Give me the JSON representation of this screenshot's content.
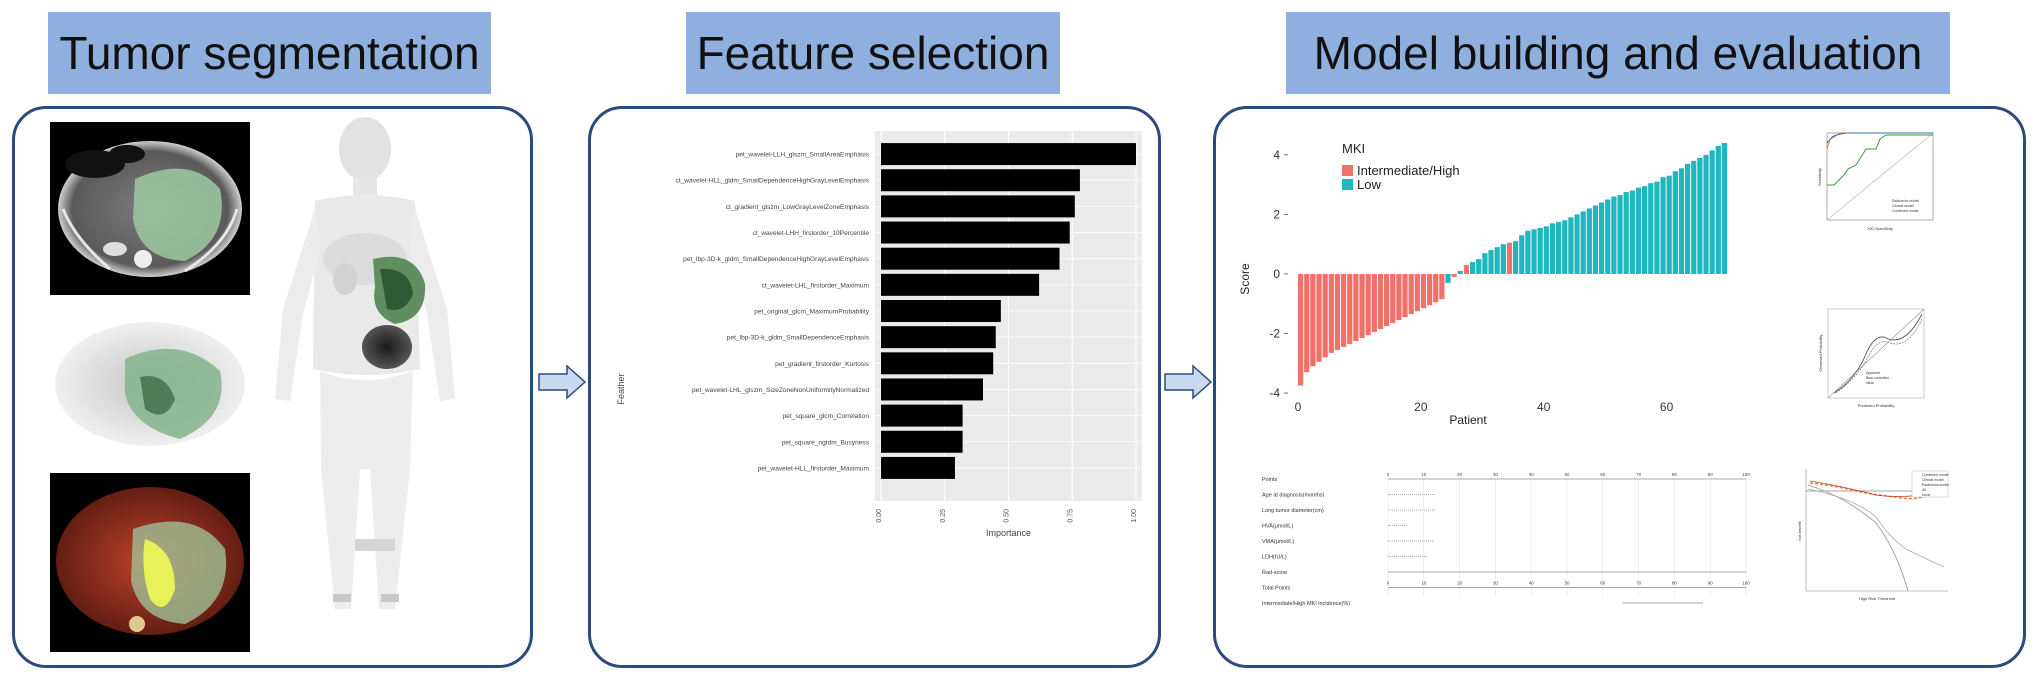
{
  "headers": {
    "segmentation": "Tumor segmentation",
    "selection": "Feature selection",
    "model": "Model building and evaluation"
  },
  "colors": {
    "header_bg": "#8fb0df",
    "panel_border": "#2a4b7c",
    "arrow_fill": "#c9d9f1",
    "high": "#f0706a",
    "low": "#1fb7bd"
  },
  "panel1": {
    "images": [
      "ct-axial-slice",
      "pet-axial-slice",
      "pet-ct-fusion-slice",
      "whole-body-pet-mip"
    ]
  },
  "feature_chart": {
    "ylabel": "Feather",
    "xlabel": "Importance",
    "ticks": [
      "0.00",
      "0.25",
      "0.50",
      "0.75",
      "1.00"
    ]
  },
  "waterfall": {
    "legend_title": "MKI",
    "legend_items": [
      "Intermediate/High",
      "Low"
    ],
    "ylabel": "Score",
    "xlabel": "Patient",
    "yticks": [
      "4",
      "2",
      "0",
      "-2",
      "-4"
    ],
    "xticks": [
      "0",
      "20",
      "40",
      "60"
    ]
  },
  "nomogram": {
    "rows": [
      "Points",
      "Age at diagnosis(months)",
      "Long tumor diameter(cm)",
      "HVA(μmol/L)",
      "VMA(μmol/L)",
      "LDH(IU/L)",
      "Rad-score",
      "Total Points",
      "Intermediate/High MKI incidence(%)"
    ],
    "scale": [
      "0",
      "10",
      "20",
      "30",
      "40",
      "50",
      "60",
      "70",
      "80",
      "90",
      "100"
    ]
  },
  "roc": {
    "ylabel": "Sensitivity",
    "xlabel": "100-Specificity",
    "legend": [
      "Radiomics model",
      "Clinical model",
      "Combined model"
    ]
  },
  "calibration": {
    "ylabel": "Observed Probability",
    "xlabel": "Predicted Probability",
    "legend": [
      "Apparent",
      "Bias-corrected",
      "Ideal"
    ]
  },
  "dca": {
    "ylabel": "Net benefit",
    "xlabel": "High Risk Threshold",
    "legend": [
      "Combined model",
      "Clinical model",
      "Radiomics model",
      "All",
      "None"
    ]
  },
  "chart_data": [
    {
      "type": "bar",
      "orientation": "horizontal",
      "xlabel": "Importance",
      "ylabel": "Feather",
      "xlim": [
        0,
        1.0
      ],
      "categories": [
        "pet_wavelet-LLH_glszm_SmallAreaEmphasis",
        "ct_wavelet-HLL_gldm_SmallDependenceHighGrayLevelEmphasis",
        "ct_gradient_glszm_LowGrayLevelZoneEmphasis",
        "ct_wavelet-LHH_firstorder_10Percentile",
        "pet_lbp-3D-k_gldm_SmallDependenceHighGrayLevelEmphasis",
        "ct_wavelet-LHL_firstorder_Maximum",
        "pet_original_glcm_MaximumProbability",
        "pet_lbp-3D-k_gldm_SmallDependenceEmphasis",
        "pet_gradient_firstorder_Kurtosis",
        "pet_wavelet-LHL_glszm_SizeZoneNonUniformityNormalized",
        "pet_square_glcm_Correlation",
        "pet_square_ngtdm_Busyness",
        "pet_wavelet-HLL_firstorder_Maximum"
      ],
      "values": [
        1.0,
        0.78,
        0.76,
        0.74,
        0.7,
        0.62,
        0.47,
        0.45,
        0.44,
        0.4,
        0.32,
        0.32,
        0.29
      ]
    },
    {
      "type": "bar",
      "xlabel": "Patient",
      "ylabel": "Score",
      "ylim": [
        -4,
        4.5
      ],
      "xlim": [
        0,
        70
      ],
      "legend_title": "MKI",
      "series": [
        {
          "name": "Intermediate/High",
          "color": "#f0706a"
        },
        {
          "name": "Low",
          "color": "#1fb7bd"
        }
      ],
      "values": [
        -3.75,
        -3.3,
        -3.1,
        -2.95,
        -2.8,
        -2.65,
        -2.55,
        -2.45,
        -2.35,
        -2.25,
        -2.15,
        -2.05,
        -1.95,
        -1.85,
        -1.75,
        -1.65,
        -1.55,
        -1.45,
        -1.35,
        -1.25,
        -1.15,
        -1.05,
        -0.95,
        -0.85,
        -0.3,
        -0.1,
        0.1,
        0.3,
        0.4,
        0.5,
        0.7,
        0.8,
        0.9,
        1.0,
        1.05,
        1.1,
        1.3,
        1.45,
        1.5,
        1.55,
        1.6,
        1.7,
        1.75,
        1.8,
        1.9,
        2.0,
        2.1,
        2.2,
        2.3,
        2.4,
        2.5,
        2.6,
        2.65,
        2.75,
        2.8,
        2.9,
        2.95,
        3.05,
        3.1,
        3.25,
        3.3,
        3.45,
        3.55,
        3.7,
        3.8,
        3.9,
        4.0,
        4.15,
        4.3,
        4.4
      ],
      "groups": [
        "H",
        "H",
        "H",
        "H",
        "H",
        "H",
        "H",
        "H",
        "H",
        "H",
        "H",
        "H",
        "H",
        "H",
        "H",
        "H",
        "H",
        "H",
        "H",
        "H",
        "H",
        "H",
        "H",
        "H",
        "L",
        "H",
        "L",
        "H",
        "L",
        "L",
        "L",
        "L",
        "L",
        "L",
        "H",
        "L",
        "L",
        "L",
        "L",
        "L",
        "L",
        "L",
        "L",
        "L",
        "L",
        "L",
        "L",
        "L",
        "L",
        "L",
        "L",
        "L",
        "L",
        "L",
        "L",
        "L",
        "L",
        "L",
        "L",
        "L",
        "L",
        "L",
        "L",
        "L",
        "L",
        "L",
        "L",
        "L",
        "L",
        "L"
      ]
    }
  ]
}
